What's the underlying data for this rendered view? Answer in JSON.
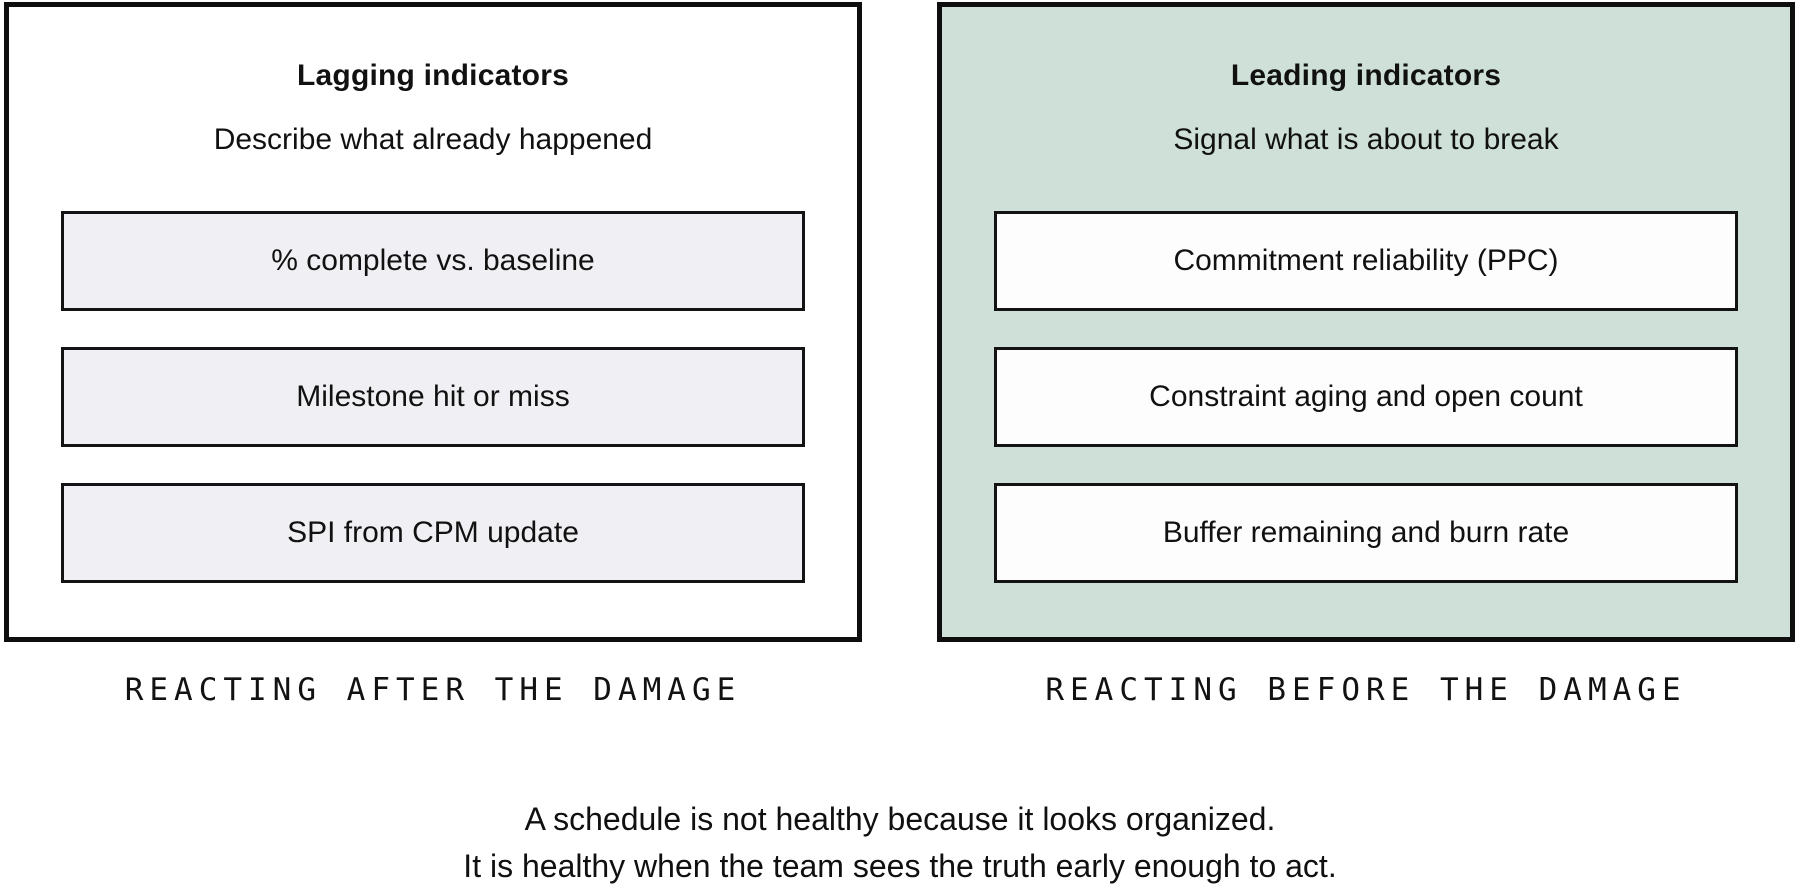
{
  "panels": [
    {
      "title": "Lagging indicators",
      "subtitle": "Describe what already happened",
      "items": [
        "% complete vs. baseline",
        "Milestone hit or miss",
        "SPI from CPM update"
      ],
      "caption": "REACTING AFTER THE DAMAGE"
    },
    {
      "title": "Leading indicators",
      "subtitle": "Signal what is about to break",
      "items": [
        "Commitment reliability (PPC)",
        "Constraint aging and open count",
        "Buffer remaining and burn rate"
      ],
      "caption": "REACTING BEFORE THE DAMAGE"
    }
  ],
  "footer": {
    "line1": "A schedule is not healthy because it looks organized.",
    "line2": "It is healthy when the team sees the truth early enough to act."
  },
  "colors": {
    "leading_panel_bg": "#cee0d7",
    "lagging_item_bg": "#f0f0f4",
    "leading_item_bg": "#fdfdfe",
    "border": "#0e0e0e",
    "text": "#111111"
  }
}
